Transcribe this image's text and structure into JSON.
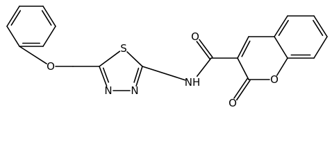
{
  "molecule": {
    "atoms": [
      {
        "id": "ph1",
        "label": ""
      },
      {
        "id": "ph2",
        "label": ""
      },
      {
        "id": "ph3",
        "label": ""
      },
      {
        "id": "ph4",
        "label": ""
      },
      {
        "id": "ph5",
        "label": ""
      },
      {
        "id": "ph6",
        "label": ""
      },
      {
        "id": "o_ether",
        "label": "O"
      },
      {
        "id": "ch2",
        "label": ""
      },
      {
        "id": "c5",
        "label": ""
      },
      {
        "id": "s1",
        "label": "S"
      },
      {
        "id": "c2",
        "label": ""
      },
      {
        "id": "n3",
        "label": "N"
      },
      {
        "id": "n4",
        "label": "N"
      },
      {
        "id": "nh",
        "label": "NH"
      },
      {
        "id": "c_amide",
        "label": ""
      },
      {
        "id": "o_amide",
        "label": "O"
      },
      {
        "id": "c3",
        "label": ""
      },
      {
        "id": "c4",
        "label": ""
      },
      {
        "id": "c4a",
        "label": ""
      },
      {
        "id": "c5b",
        "label": ""
      },
      {
        "id": "c6b",
        "label": ""
      },
      {
        "id": "c7b",
        "label": ""
      },
      {
        "id": "c8b",
        "label": ""
      },
      {
        "id": "c8a",
        "label": ""
      },
      {
        "id": "o1",
        "label": "O"
      },
      {
        "id": "c2b",
        "label": ""
      },
      {
        "id": "o_lactone",
        "label": "O"
      }
    ],
    "bonds": [
      {
        "a": "ph1",
        "b": "ph2",
        "order": 2
      },
      {
        "a": "ph2",
        "b": "ph3",
        "order": 1
      },
      {
        "a": "ph3",
        "b": "ph4",
        "order": 2
      },
      {
        "a": "ph4",
        "b": "ph5",
        "order": 1
      },
      {
        "a": "ph5",
        "b": "ph6",
        "order": 2
      },
      {
        "a": "ph6",
        "b": "ph1",
        "order": 1
      },
      {
        "a": "ph6",
        "b": "o_ether",
        "order": 1
      },
      {
        "a": "o_ether",
        "b": "ch2",
        "order": 1
      },
      {
        "a": "ch2",
        "b": "c5",
        "order": 1
      },
      {
        "a": "c5",
        "b": "s1",
        "order": 1
      },
      {
        "a": "s1",
        "b": "c2",
        "order": 1
      },
      {
        "a": "c2",
        "b": "n3",
        "order": 2
      },
      {
        "a": "n3",
        "b": "n4",
        "order": 1
      },
      {
        "a": "n4",
        "b": "c5",
        "order": 2
      },
      {
        "a": "c2",
        "b": "nh",
        "order": 1
      },
      {
        "a": "nh",
        "b": "c_amide",
        "order": 1
      },
      {
        "a": "c_amide",
        "b": "o_amide",
        "order": 2
      },
      {
        "a": "c_amide",
        "b": "c3",
        "order": 1
      },
      {
        "a": "c3",
        "b": "c4",
        "order": 2
      },
      {
        "a": "c4",
        "b": "c4a",
        "order": 1
      },
      {
        "a": "c4a",
        "b": "c5b",
        "order": 2
      },
      {
        "a": "c5b",
        "b": "c6b",
        "order": 1
      },
      {
        "a": "c6b",
        "b": "c7b",
        "order": 2
      },
      {
        "a": "c7b",
        "b": "c8b",
        "order": 1
      },
      {
        "a": "c8b",
        "b": "c8a",
        "order": 2
      },
      {
        "a": "c8a",
        "b": "c4a",
        "order": 1
      },
      {
        "a": "c8a",
        "b": "o1",
        "order": 1
      },
      {
        "a": "o1",
        "b": "c2b",
        "order": 1
      },
      {
        "a": "c2b",
        "b": "c3",
        "order": 1
      },
      {
        "a": "c2b",
        "b": "o_lactone",
        "order": 2
      }
    ]
  }
}
